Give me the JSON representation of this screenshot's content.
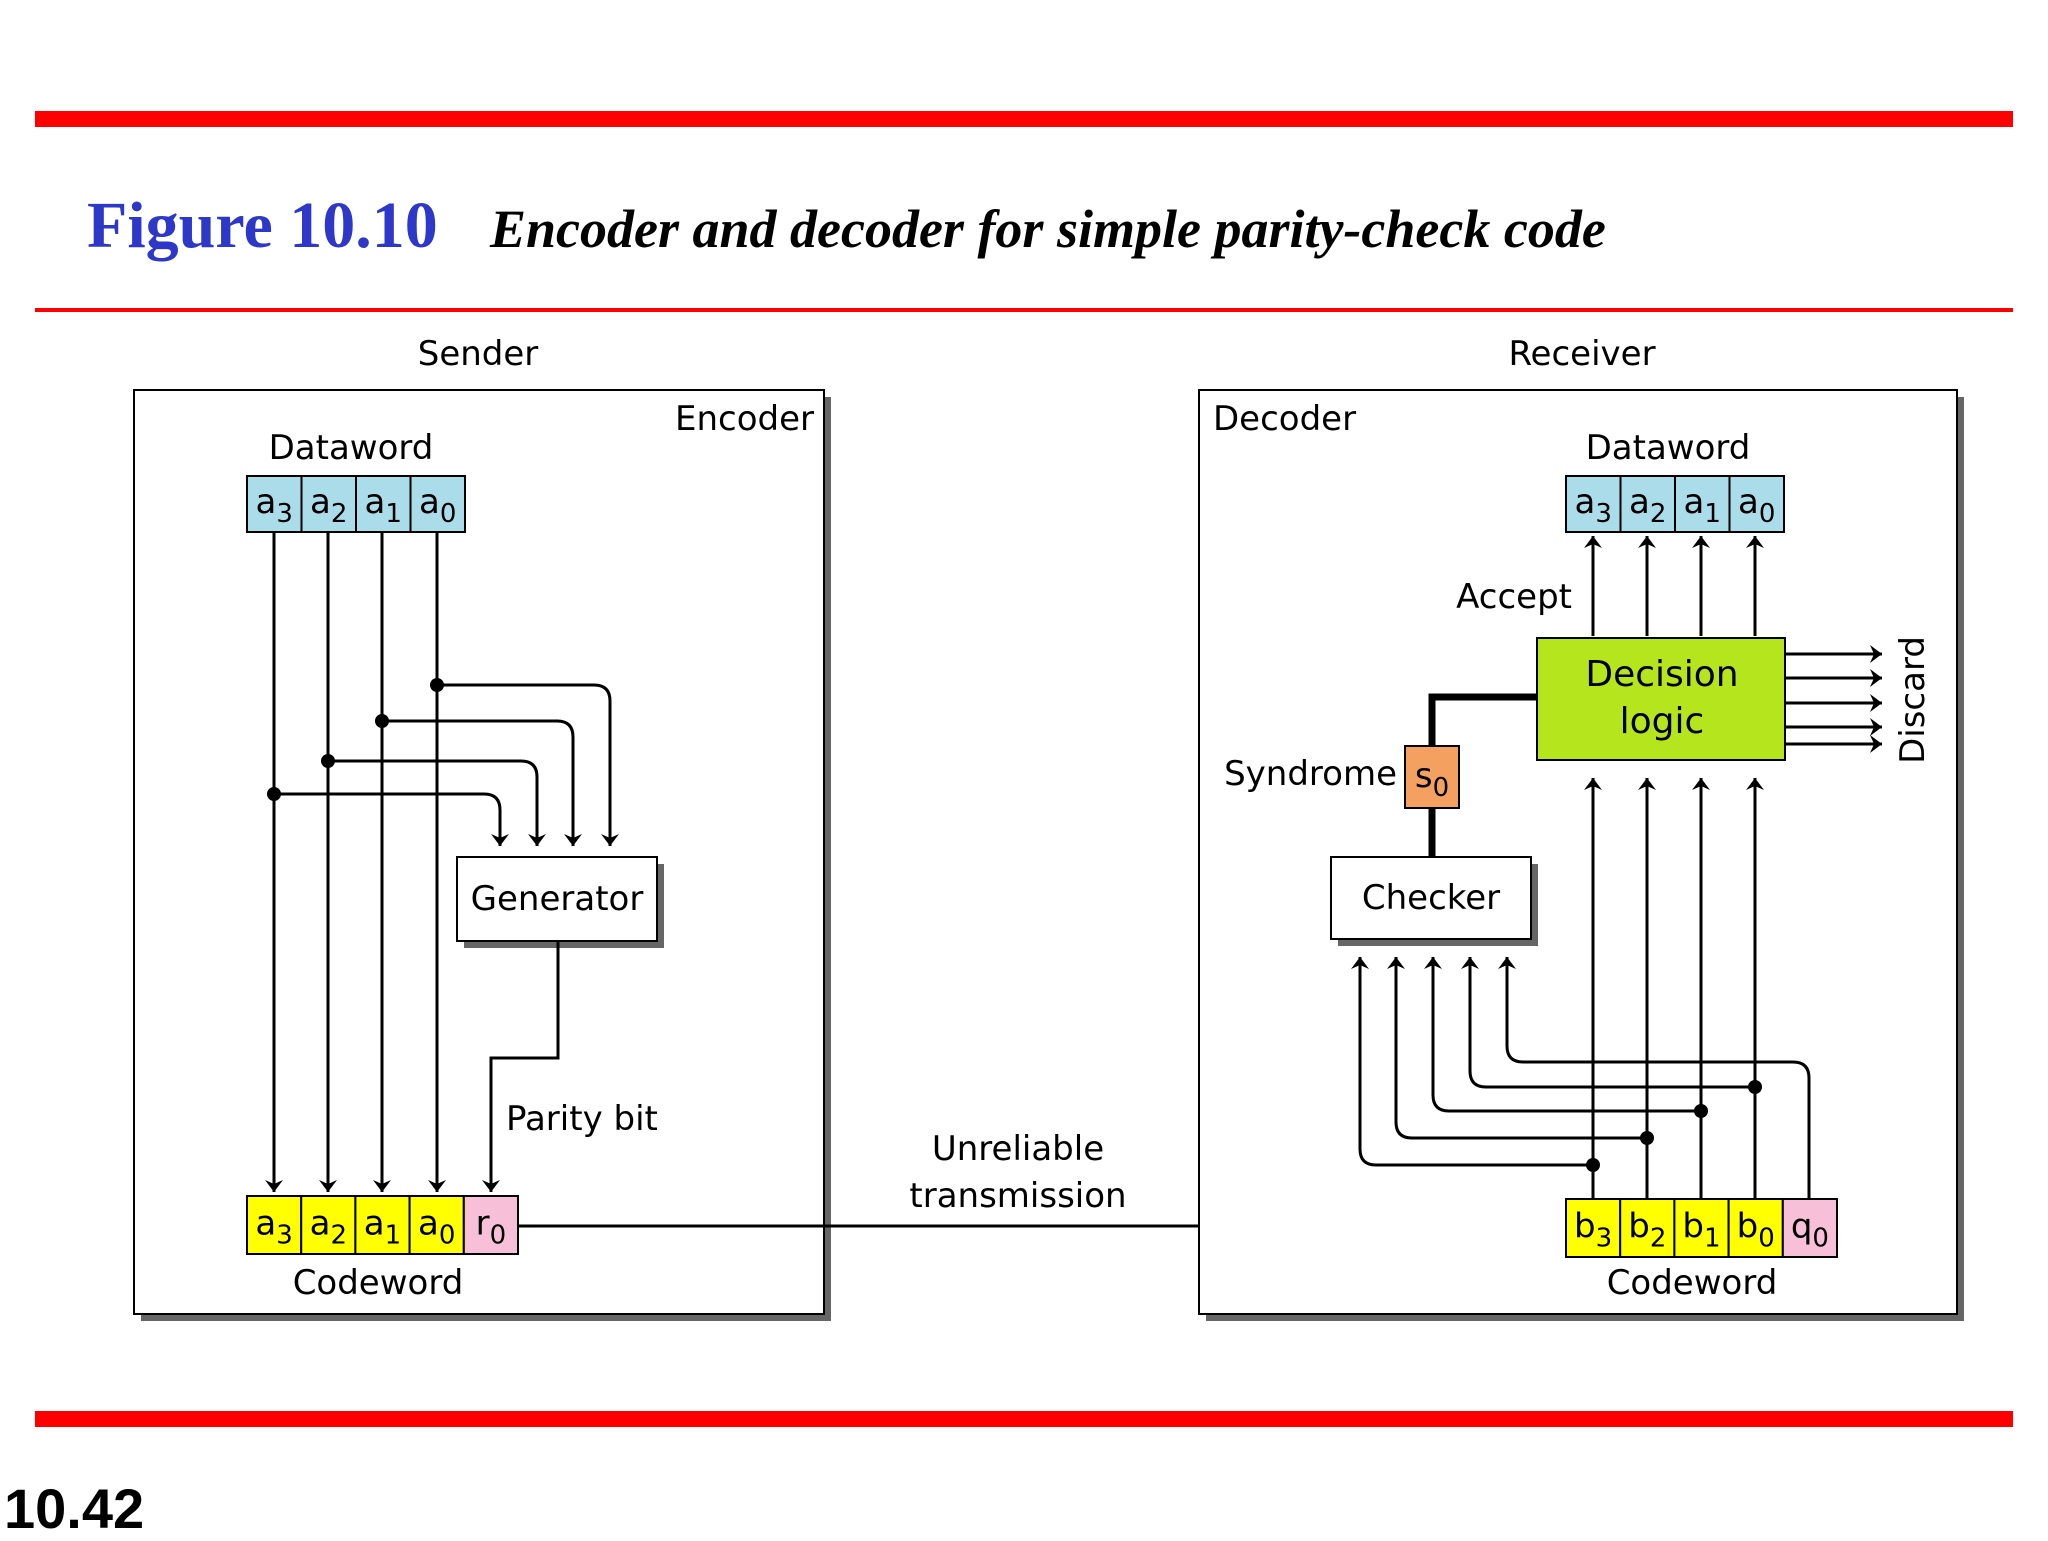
{
  "figure": {
    "number": "Figure 10.10",
    "caption": "Encoder and decoder for simple parity-check code"
  },
  "slide_number": "10.42",
  "sender": {
    "heading": "Sender",
    "box_label": "Encoder",
    "dataword_label": "Dataword",
    "dataword_bits": [
      {
        "base": "a",
        "sub": "3"
      },
      {
        "base": "a",
        "sub": "2"
      },
      {
        "base": "a",
        "sub": "1"
      },
      {
        "base": "a",
        "sub": "0"
      }
    ],
    "generator_label": "Generator",
    "parity_bit_label": "Parity bit",
    "codeword_label": "Codeword",
    "codeword_bits": [
      {
        "base": "a",
        "sub": "3"
      },
      {
        "base": "a",
        "sub": "2"
      },
      {
        "base": "a",
        "sub": "1"
      },
      {
        "base": "a",
        "sub": "0"
      },
      {
        "base": "r",
        "sub": "0"
      }
    ]
  },
  "channel": {
    "label_line1": "Unreliable",
    "label_line2": "transmission"
  },
  "receiver": {
    "heading": "Receiver",
    "box_label": "Decoder",
    "dataword_label": "Dataword",
    "dataword_bits": [
      {
        "base": "a",
        "sub": "3"
      },
      {
        "base": "a",
        "sub": "2"
      },
      {
        "base": "a",
        "sub": "1"
      },
      {
        "base": "a",
        "sub": "0"
      }
    ],
    "accept_label": "Accept",
    "decision_line1": "Decision",
    "decision_line2": "logic",
    "discard_label": "Discard",
    "syndrome_label": "Syndrome",
    "syndrome_bit": {
      "base": "s",
      "sub": "0"
    },
    "checker_label": "Checker",
    "codeword_label": "Codeword",
    "codeword_bits": [
      {
        "base": "b",
        "sub": "3"
      },
      {
        "base": "b",
        "sub": "2"
      },
      {
        "base": "b",
        "sub": "1"
      },
      {
        "base": "b",
        "sub": "0"
      },
      {
        "base": "q",
        "sub": "0"
      }
    ]
  },
  "colors": {
    "rule": "#ff0000",
    "figure_number": "#2e38c8",
    "dataword_cell": "#aadcea",
    "codeword_cell": "#ffff00",
    "redundant_cell": "#f8c0d8",
    "syndrome_cell": "#f4a060",
    "decision_box": "#b5e61d"
  }
}
